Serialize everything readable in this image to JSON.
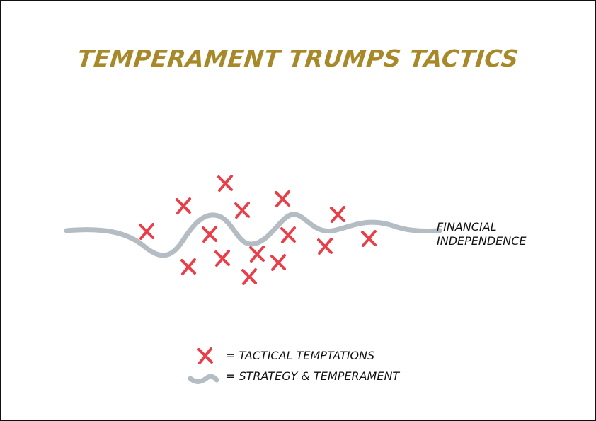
{
  "title": "TEMPERAMENT TRUMPS TACTICS",
  "end_label": {
    "line1": "FINANCIAL",
    "line2": "INDEPENDENCE"
  },
  "legend": {
    "temptations_label": "= TACTICAL TEMPTATIONS",
    "strategy_label": "= STRATEGY & TEMPERAMENT"
  },
  "colors": {
    "title": "#A8892A",
    "cross": "#E8404A",
    "path": "#B4BCC4",
    "text": "#111111"
  },
  "icons": {
    "temptation": "cross-mark-icon",
    "strategy": "wavy-line-icon"
  }
}
